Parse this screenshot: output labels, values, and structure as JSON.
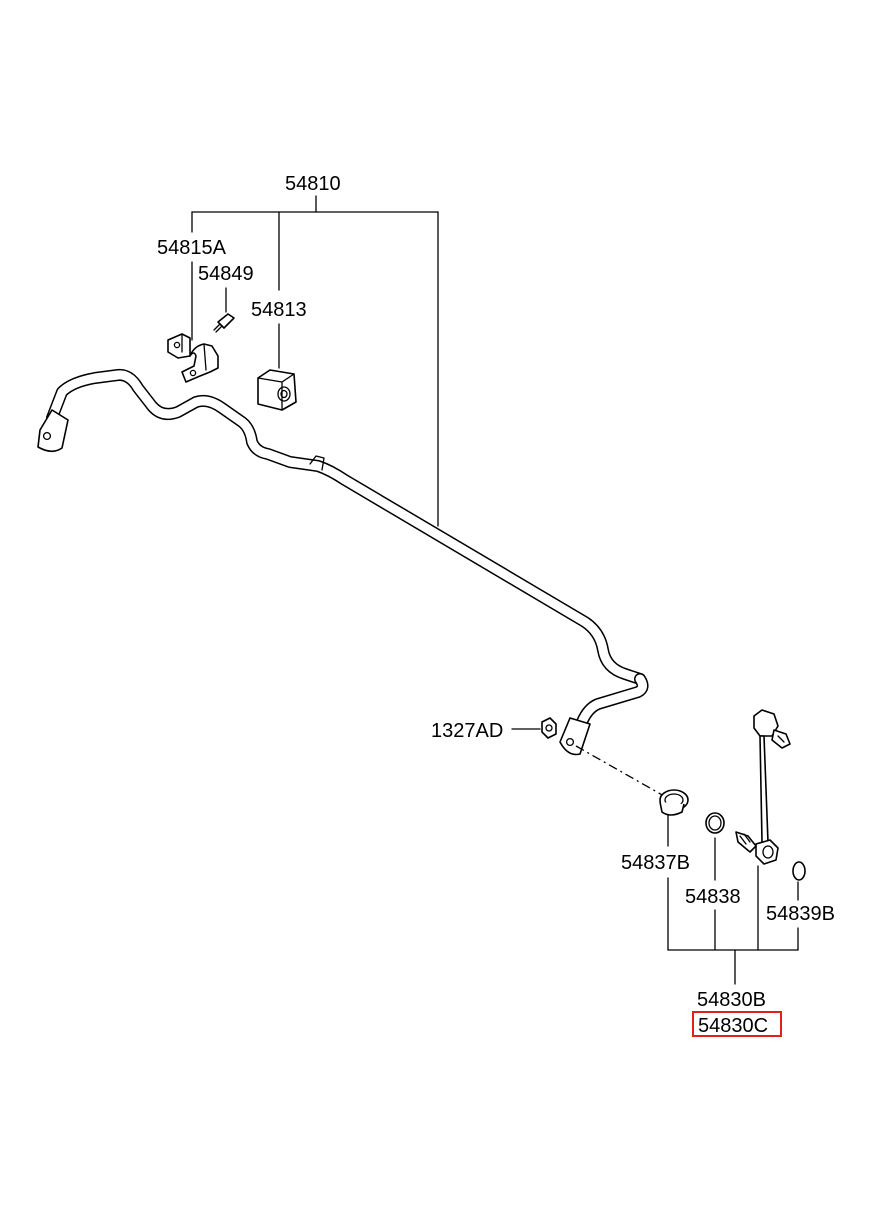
{
  "diagram": {
    "labels": {
      "assembly": "54810",
      "bracket": "54815A",
      "bolt": "54849",
      "bushing": "54813",
      "nut": "1327AD",
      "link_bushing": "54837B",
      "o_ring": "54838",
      "cap": "54839B",
      "link_assembly_b": "54830B",
      "link_assembly_c": "54830C"
    },
    "highlighted_part": "54830C",
    "highlight_color": "#e0201b"
  }
}
